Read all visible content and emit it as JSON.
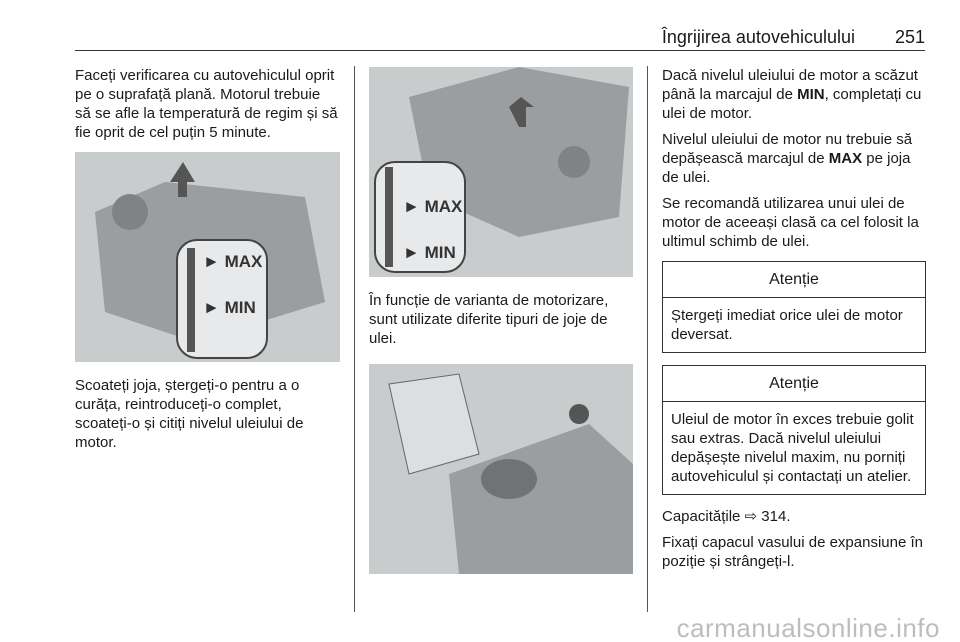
{
  "header": {
    "title": "Îngrijirea autovehiculului",
    "page_number": "251"
  },
  "col1": {
    "p1": "Faceți verificarea cu autovehiculul oprit pe o suprafață plană. Motorul trebuie să se afle la temperatură de regim și să fie oprit de cel puțin 5 minute.",
    "image": {
      "max_label": "MAX",
      "min_label": "MIN"
    },
    "p2": "Scoateți joja, ștergeți-o pentru a o curăța, reintroduceți-o complet, scoateți-o și citiți nivelul uleiului de motor."
  },
  "col2": {
    "image1": {
      "max_label": "MAX",
      "min_label": "MIN"
    },
    "p1": "În funcție de varianta de motorizare, sunt utilizate diferite tipuri de joje de ulei."
  },
  "col3": {
    "p1_a": "Dacă nivelul uleiului de motor a scăzut până la marcajul de ",
    "p1_b": "MIN",
    "p1_c": ", completați cu ulei de motor.",
    "p2_a": "Nivelul uleiului de motor nu trebuie să depășească marcajul de ",
    "p2_b": "MAX",
    "p2_c": " pe joja de ulei.",
    "p3": "Se recomandă utilizarea unui ulei de motor de aceeași clasă ca cel folosit la ultimul schimb de ulei.",
    "warning1": {
      "title": "Atenție",
      "body": "Ștergeți imediat orice ulei de motor deversat."
    },
    "warning2": {
      "title": "Atenție",
      "body": "Uleiul de motor în exces trebuie golit sau extras. Dacă nivelul uleiului depășește nivelul maxim, nu porniți autovehiculul și contactați un atelier."
    },
    "p4_a": "Capacitățile ",
    "p4_ref": "314",
    "p4_c": ".",
    "p5": "Fixați capacul vasului de expansiune în poziție și strângeți-l."
  },
  "watermark": "carmanualsonline.info"
}
